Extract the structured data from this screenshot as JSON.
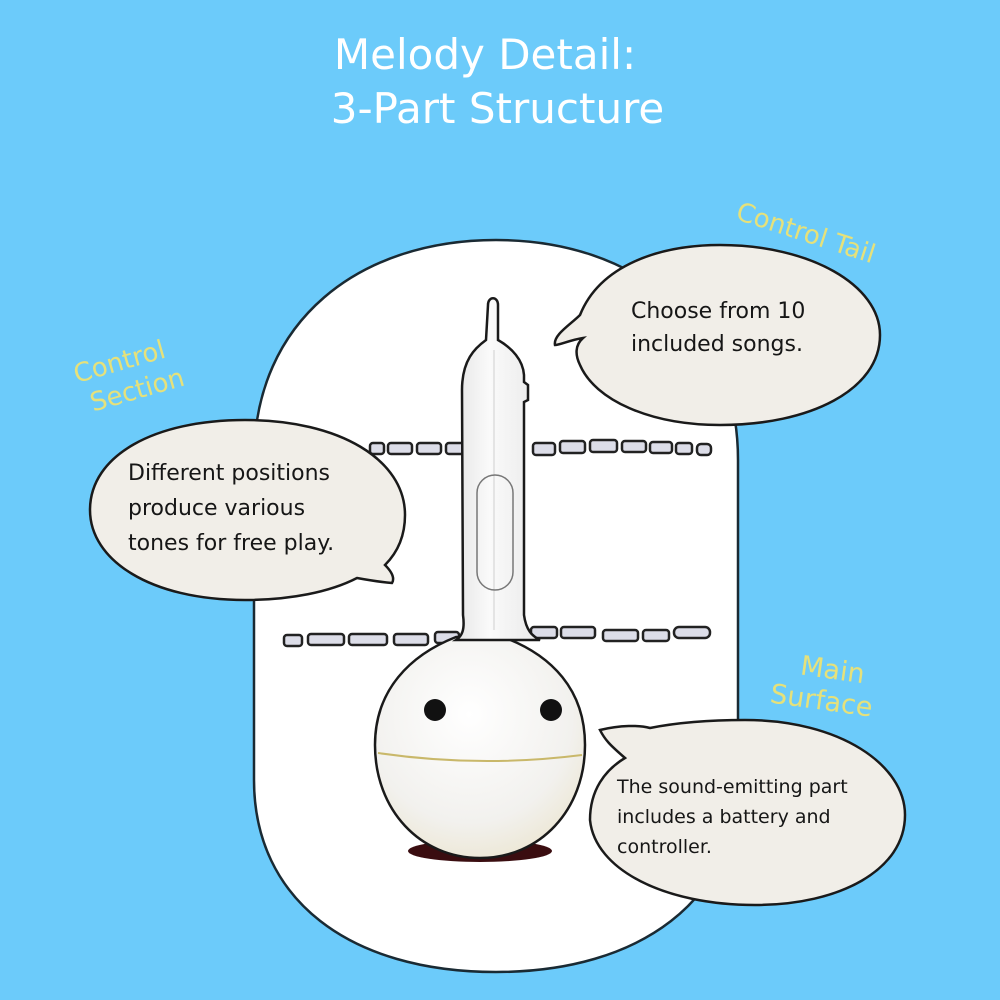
{
  "title": {
    "line1": "Melody Detail:",
    "line2": "3-Part Structure"
  },
  "labels": {
    "control_tail": "Control Tail",
    "control_section": {
      "line1": "Control",
      "line2": "Section"
    },
    "main_surface": {
      "line1": "Main",
      "line2": "Surface"
    }
  },
  "bubbles": {
    "control_tail": {
      "line1": "Choose from 10",
      "line2": "included songs."
    },
    "control_section": {
      "line1": "Different positions",
      "line2": "produce various",
      "line3": "tones for free play."
    },
    "main_surface": {
      "line1": "The sound-emitting part",
      "line2": "includes a battery and",
      "line3": "controller."
    }
  },
  "colors": {
    "background": "#6ccbfa",
    "title": "#ffffff",
    "label": "#e6e17a",
    "bubble_fill": "#f1eee8",
    "outline": "#1a1a1a",
    "dash_fill": "#dcdde8"
  },
  "icons": {
    "device": "otamatone-device-illustration"
  }
}
